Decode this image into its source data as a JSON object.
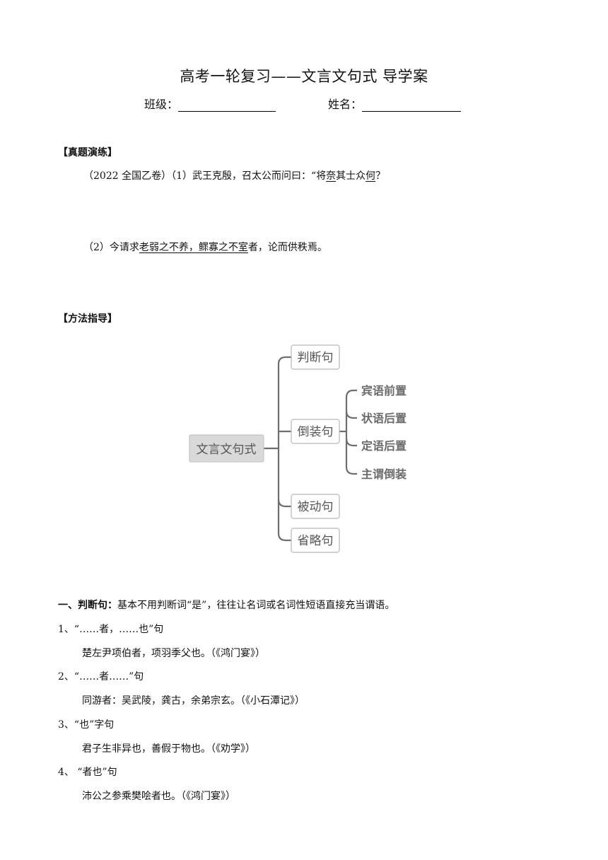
{
  "title": "高考一轮复习——文言文句式 导学案",
  "fields": {
    "class_label": "班级：",
    "name_label": "姓名："
  },
  "section1": {
    "heading": "【真题演练】",
    "q1_prefix": "（2022 全国乙卷）（1）武王克殷，召太公而问曰：“将",
    "q1_u1": "奈",
    "q1_mid": "其士众",
    "q1_u2": "何",
    "q1_end": "？",
    "q2_prefix": "（2）今请求",
    "q2_underlined": "老弱之不养，鳏寡之不室",
    "q2_end": "者，论而供秩焉。"
  },
  "section2": {
    "heading": "【方法指导】",
    "mindmap": {
      "root": "文言文句式",
      "branches": [
        "判断句",
        "倒装句",
        "被动句",
        "省略句"
      ],
      "sub_branches": [
        "宾语前置",
        "状语后置",
        "定语后置",
        "主谓倒装"
      ]
    }
  },
  "part1": {
    "heading": "一、判断句：",
    "desc": "基本不用判断词“是”，往往让名词或名词性短语直接充当谓语。",
    "items": [
      {
        "label": "1、“……者，……也”句",
        "example": "楚左尹项伯者，项羽季父也。（《鸿门宴》）"
      },
      {
        "label": "2、“……者……”句",
        "example": "同游者：吴武陵，龚古，余弟宗玄。（《小石潭记》）"
      },
      {
        "label": "3、“也”字句",
        "example": "君子生非异也，善假于物也。（《劝学》）"
      },
      {
        "label": "4、 “者也”句",
        "example": "沛公之参乘樊哙者也。（《鸿门宴》）"
      }
    ]
  }
}
